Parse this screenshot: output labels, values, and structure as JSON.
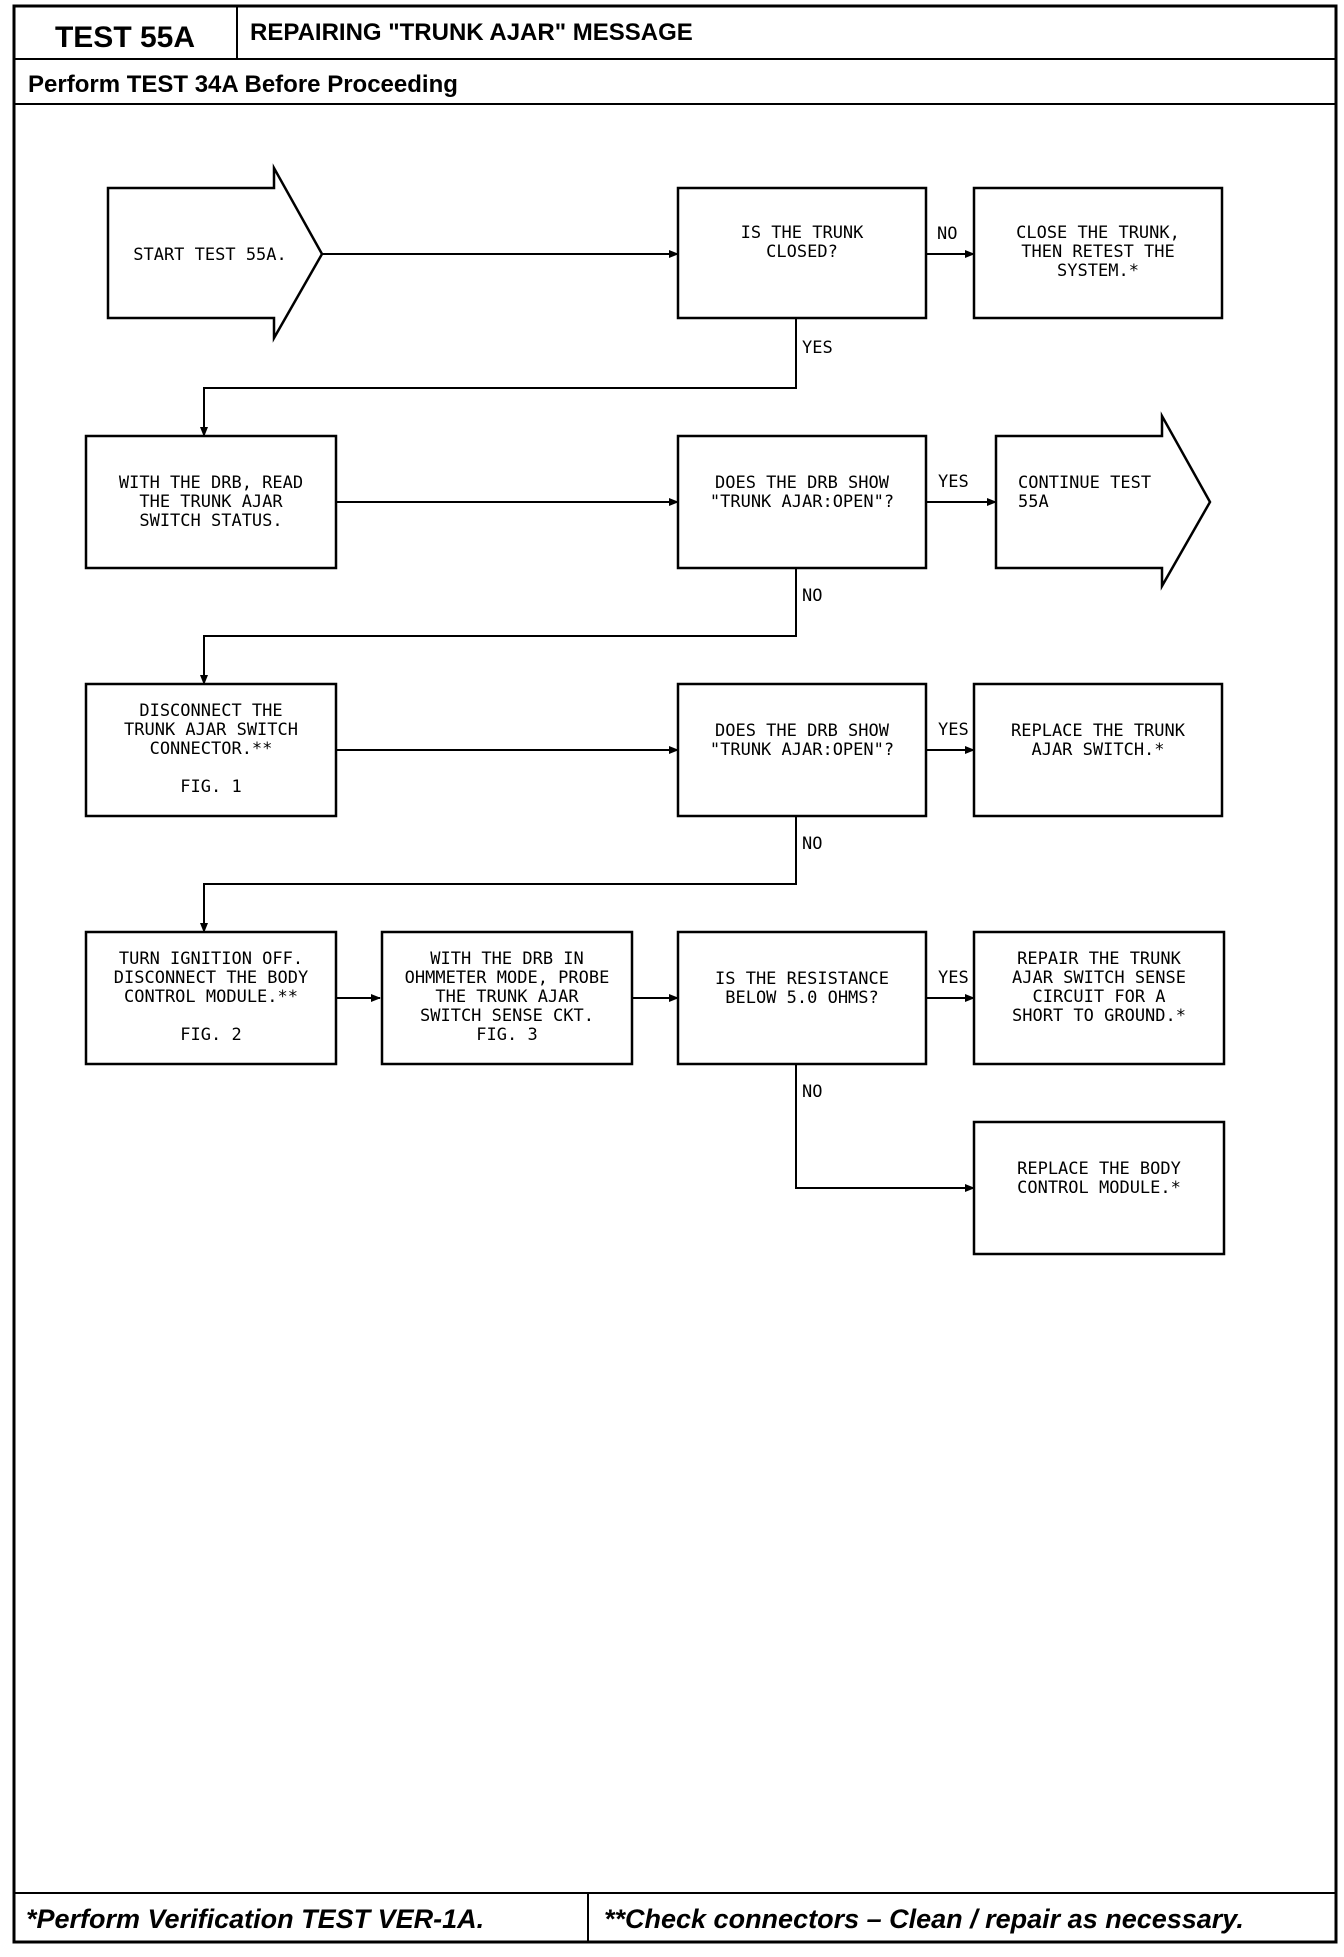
{
  "header": {
    "test_id": "TEST 55A",
    "title": "REPAIRING \"TRUNK AJAR\" MESSAGE",
    "prerequisite": "Perform TEST 34A Before Proceeding"
  },
  "flowchart": {
    "start": [
      "START TEST 55A."
    ],
    "q_trunk_closed": [
      "IS THE TRUNK",
      "CLOSED?"
    ],
    "close_trunk": [
      "CLOSE THE TRUNK,",
      "THEN RETEST THE",
      "SYSTEM.*"
    ],
    "read_status": [
      "WITH THE DRB, READ",
      "THE TRUNK AJAR",
      "SWITCH STATUS."
    ],
    "q_show_open_1": [
      "DOES THE DRB SHOW",
      "\"TRUNK AJAR:OPEN\"?"
    ],
    "continue": [
      "CONTINUE TEST",
      "55A"
    ],
    "disconnect_switch": [
      "DISCONNECT THE",
      "TRUNK AJAR SWITCH",
      "CONNECTOR.**",
      "",
      "FIG. 1"
    ],
    "q_show_open_2": [
      "DOES THE DRB SHOW",
      "\"TRUNK AJAR:OPEN\"?"
    ],
    "replace_switch": [
      "REPLACE THE TRUNK",
      "AJAR SWITCH.*"
    ],
    "ignition_off": [
      "TURN IGNITION OFF.",
      "DISCONNECT THE BODY",
      "CONTROL MODULE.**",
      "",
      "FIG. 2"
    ],
    "ohmmeter": [
      "WITH THE DRB IN",
      "OHMMETER MODE, PROBE",
      "THE TRUNK AJAR",
      "SWITCH SENSE CKT.",
      "FIG. 3"
    ],
    "q_resistance": [
      "IS THE RESISTANCE",
      "BELOW 5.0 OHMS?"
    ],
    "repair_circuit": [
      "REPAIR THE TRUNK",
      "AJAR SWITCH SENSE",
      "CIRCUIT FOR A",
      "SHORT TO GROUND.*"
    ],
    "replace_bcm": [
      "REPLACE THE BODY",
      "CONTROL MODULE.*"
    ],
    "labels": {
      "no_1": "NO",
      "yes_1": "YES",
      "yes_2": "YES",
      "no_2": "NO",
      "yes_3": "YES",
      "no_3": "NO",
      "yes_4": "YES",
      "no_4": "NO"
    }
  },
  "footer": {
    "left": "*Perform Verification TEST VER-1A.",
    "right": "**Check connectors – Clean / repair as necessary."
  }
}
